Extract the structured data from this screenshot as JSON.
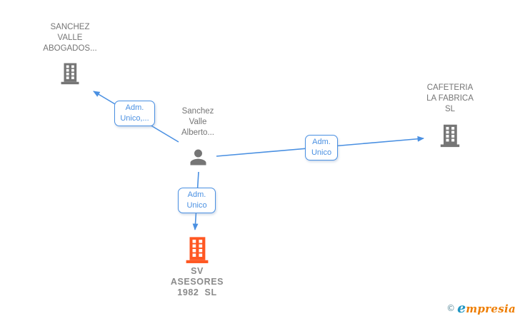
{
  "diagram": {
    "nodes": {
      "abogados": {
        "type": "company",
        "label_lines": [
          "SANCHEZ",
          "VALLE",
          "ABOGADOS..."
        ]
      },
      "person": {
        "type": "person",
        "label_lines": [
          "Sanchez",
          "Valle",
          "Alberto..."
        ]
      },
      "cafeteria": {
        "type": "company",
        "label_lines": [
          "CAFETERIA",
          "LA FABRICA",
          "SL"
        ]
      },
      "sv": {
        "type": "company",
        "highlighted": true,
        "label_lines": [
          "SV",
          "ASESORES",
          "1982 SL"
        ]
      }
    },
    "edges": [
      {
        "from": "person",
        "to": "abogados",
        "label": "Adm. Unico,..."
      },
      {
        "from": "person",
        "to": "cafeteria",
        "label": "Adm. Unico"
      },
      {
        "from": "person",
        "to": "sv",
        "label": "Adm. Unico"
      }
    ],
    "colors": {
      "edge_blue": "#4a90e2",
      "node_gray": "#757575",
      "highlight_orange": "#ff5722",
      "highlight_label_gray": "#8a8a8a"
    }
  },
  "watermark": {
    "copyright": "©",
    "brand_first": "e",
    "brand_rest": "mpresia"
  }
}
